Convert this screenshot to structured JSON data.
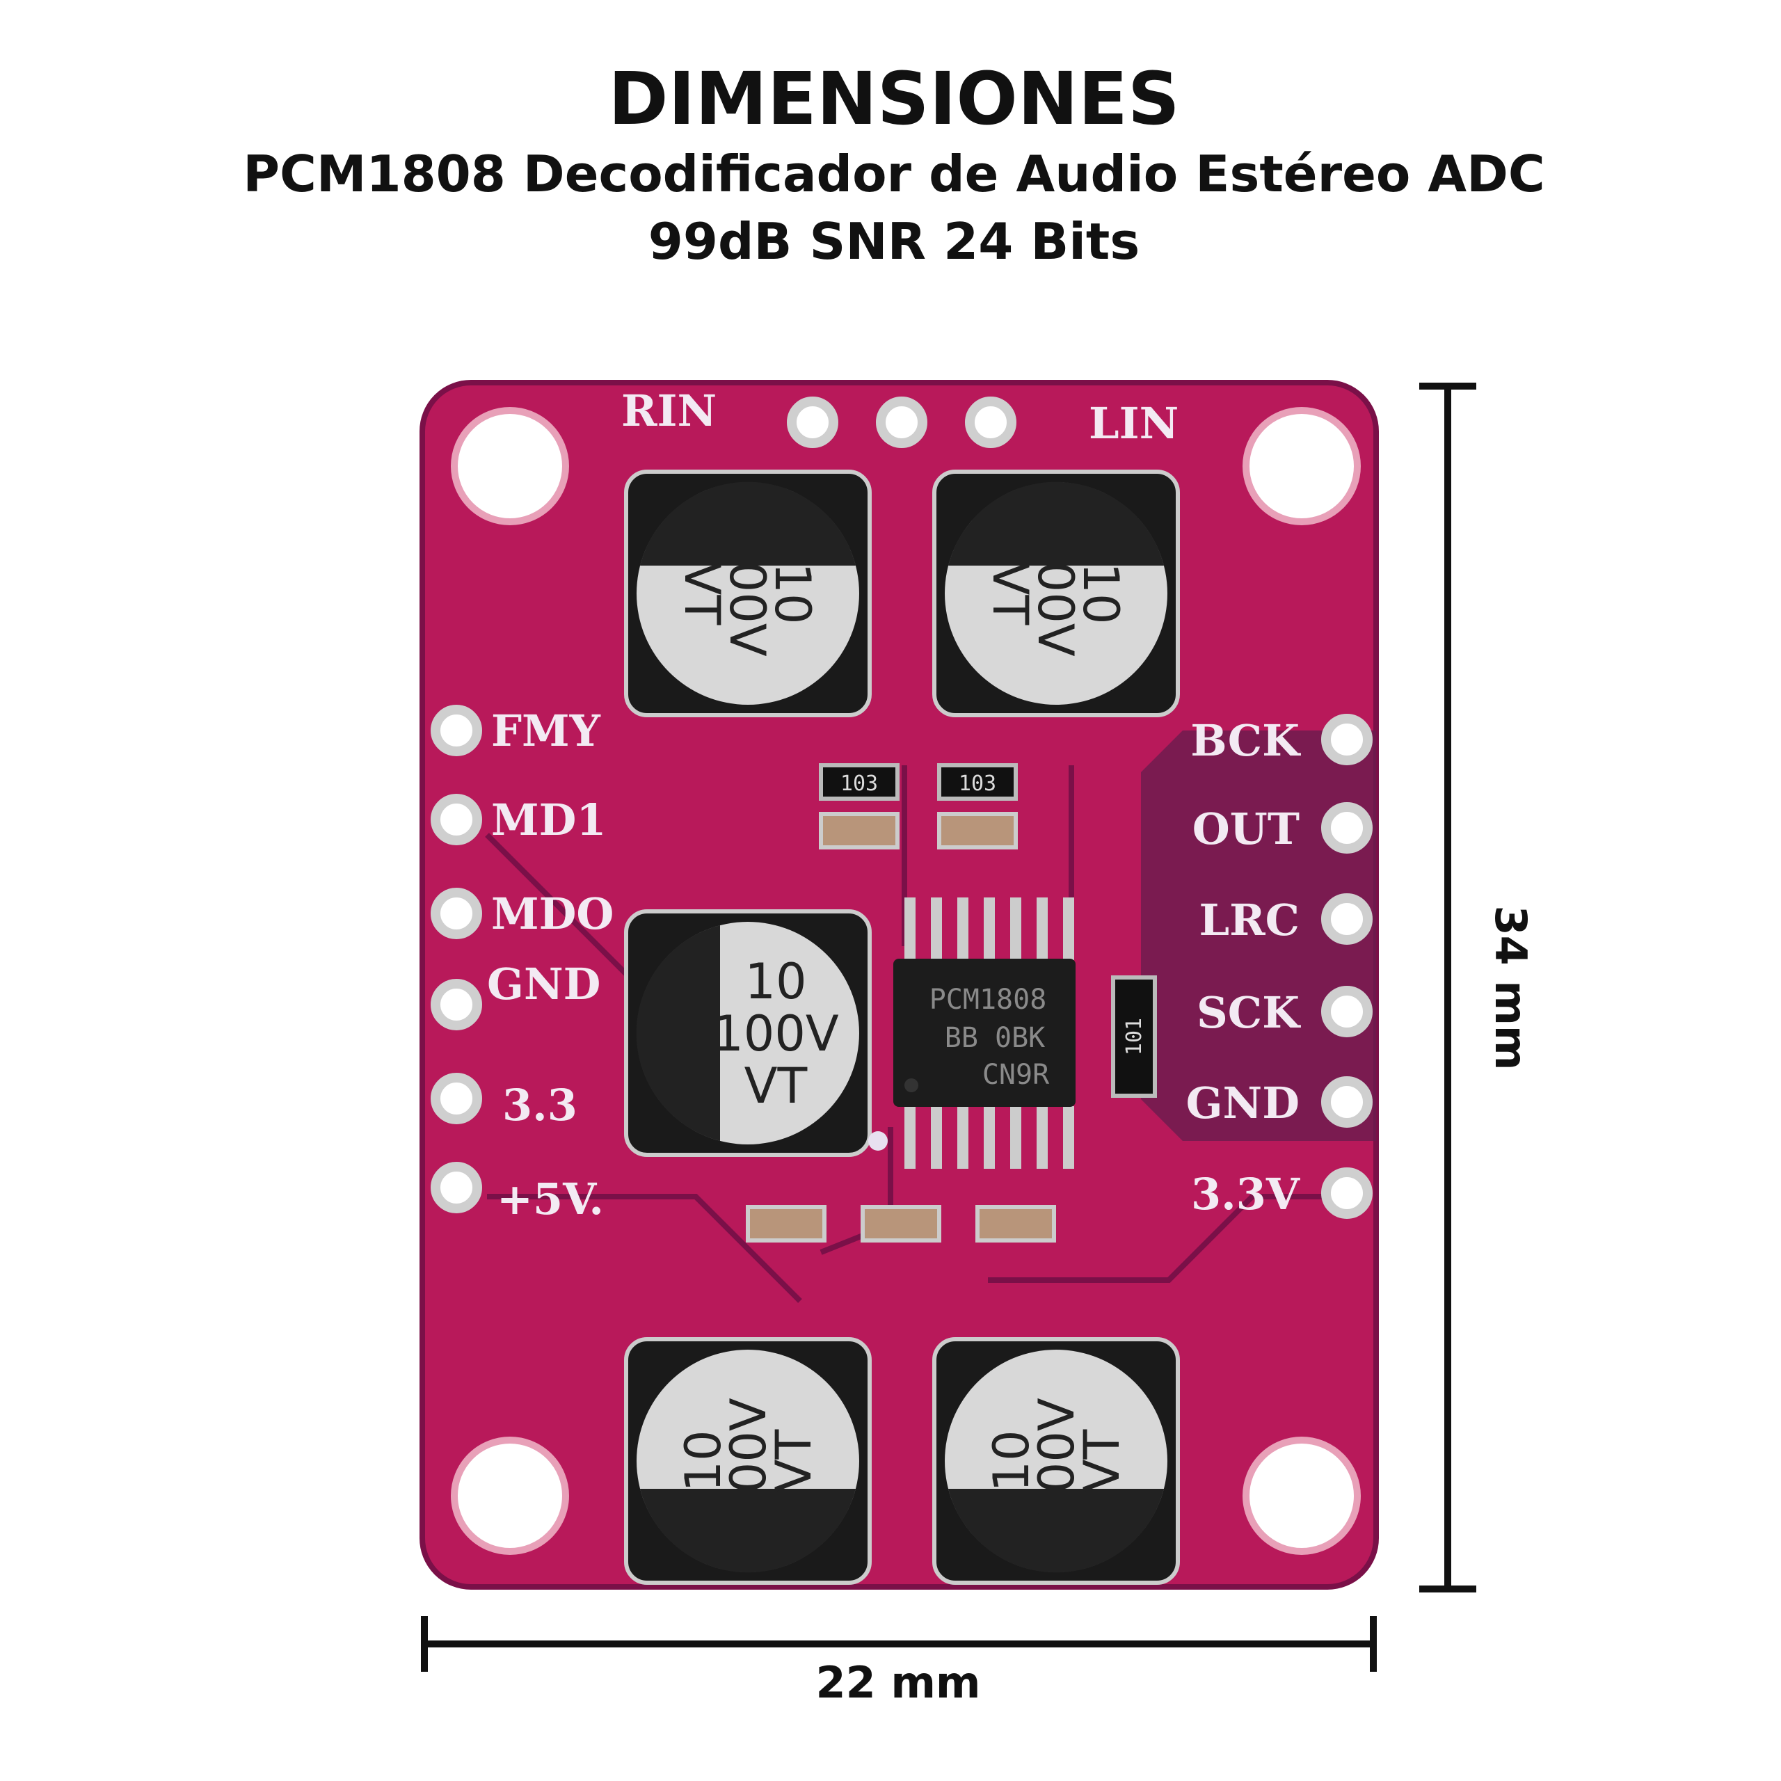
{
  "header": {
    "title": "DIMENSIONES",
    "subtitle_line1": "PCM1808 Decodificador de Audio Estéreo ADC",
    "subtitle_line2": "99dB SNR 24 Bits"
  },
  "board": {
    "top_labels": {
      "left": "RIN",
      "right": "LIN"
    },
    "left_pins": [
      "FMY",
      "MD1",
      "MDO",
      "GND",
      "3.3",
      "+5V."
    ],
    "right_pins": [
      "BCK",
      "OUT",
      "LRC",
      "SCK",
      "GND",
      "3.3V"
    ],
    "capacitor": {
      "line1": "10",
      "line2": "100V",
      "line3": "VT"
    },
    "ic": {
      "line1": "PCM1808",
      "line2": "BB 0BK",
      "line3": "CN9R"
    },
    "resistor": "103",
    "resistor_array": "101",
    "colors": {
      "pcb": "#c2185b",
      "pcb_dark": "#6a1b4d",
      "silk": "#f3eaf3"
    }
  },
  "dimensions": {
    "height": "34 mm",
    "width": "22 mm"
  }
}
